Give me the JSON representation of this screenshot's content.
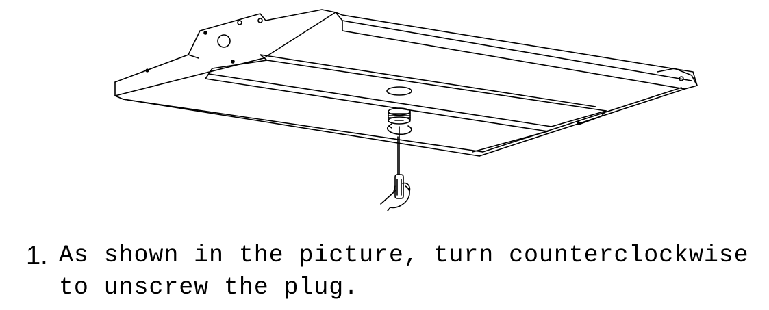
{
  "instruction": {
    "step_number": "1.",
    "text": "As shown in the picture, turn counterclockwise to unscrew the plug."
  },
  "illustration": {
    "subject": "light-fixture",
    "components": [
      "fixture-housing",
      "mounting-bracket",
      "center-plug",
      "screwdriver",
      "hand"
    ]
  }
}
